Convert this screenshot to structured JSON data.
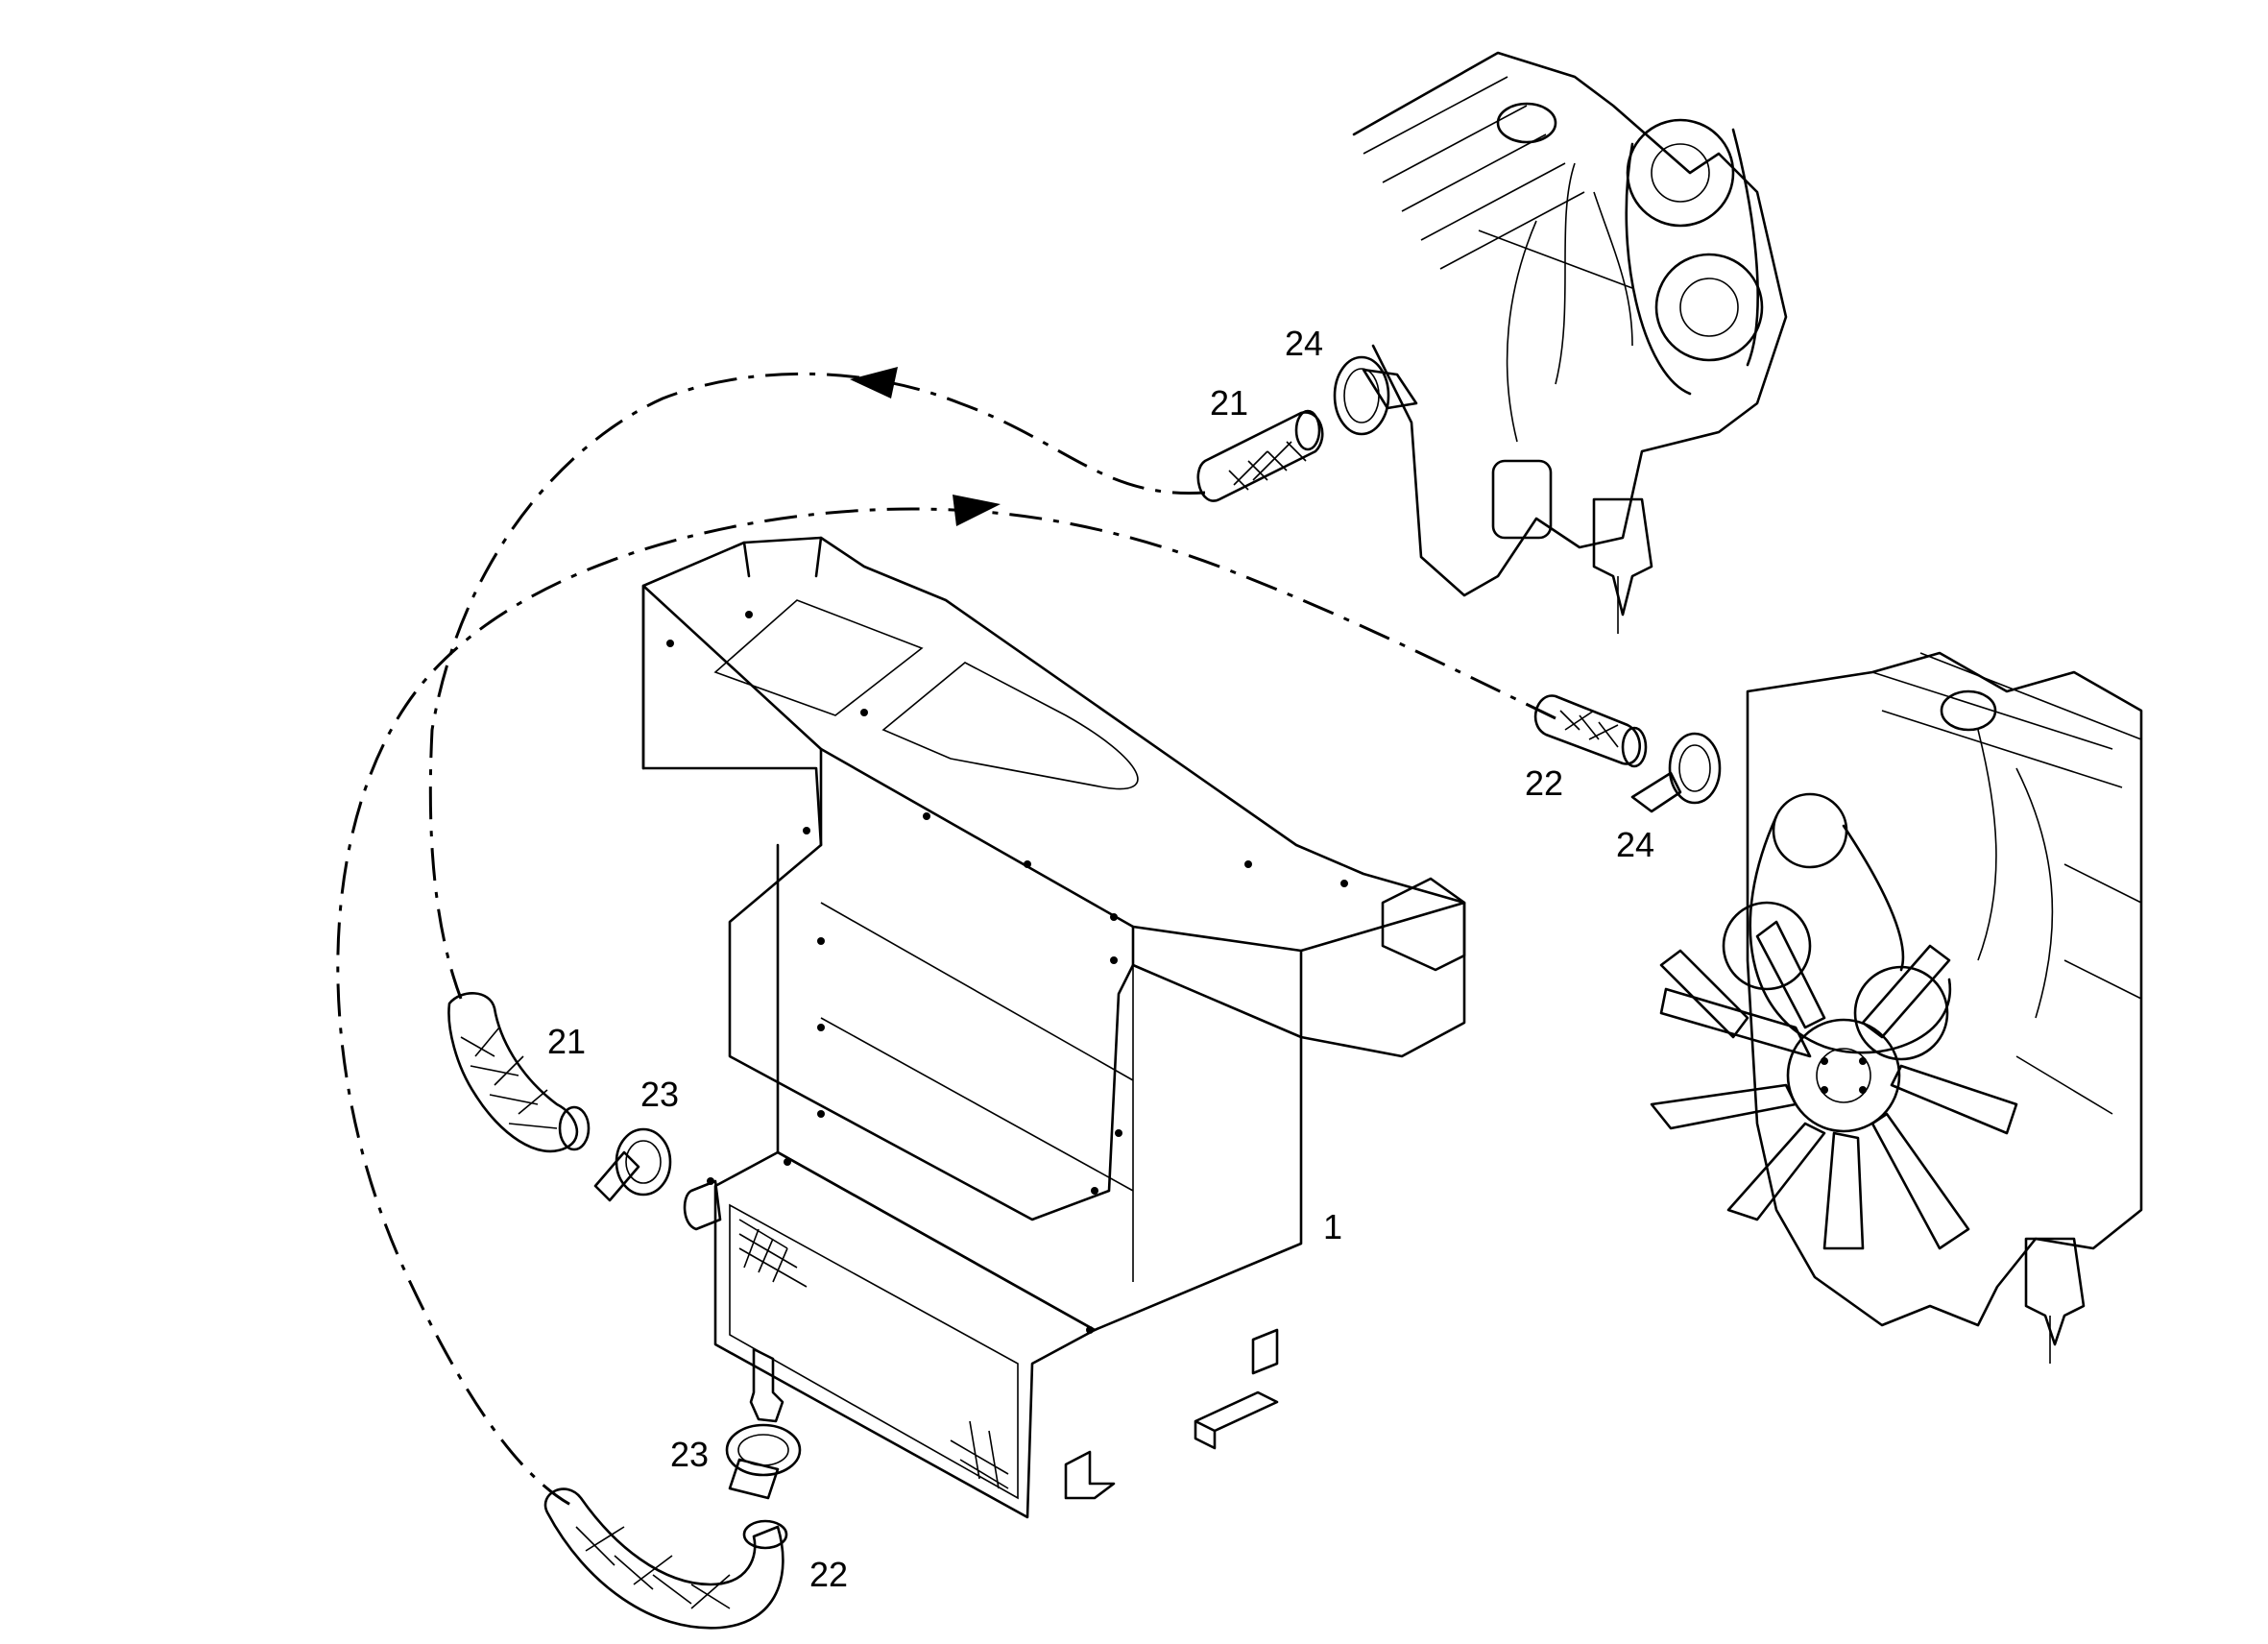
{
  "diagram": {
    "callouts": {
      "oil_cooler": "1",
      "hose_upper_left": "21",
      "hose_upper_right": "21",
      "hose_lower_left": "22",
      "hose_lower_right": "22",
      "clamp_left_upper": "23",
      "clamp_left_lower": "23",
      "clamp_right_upper": "24",
      "clamp_right_lower": "24"
    }
  }
}
